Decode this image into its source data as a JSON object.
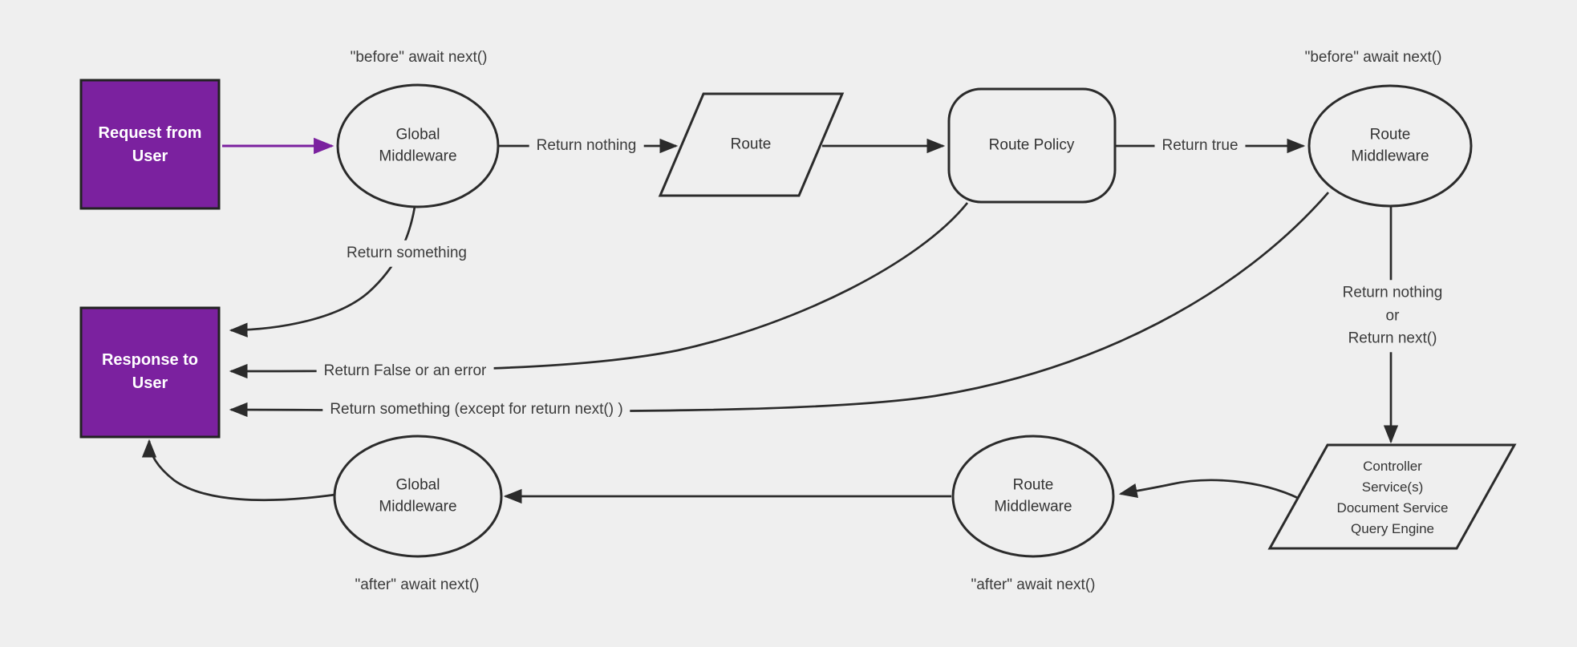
{
  "colors": {
    "background": "#efefef",
    "stroke": "#2b2b2b",
    "accent_purple": "#7b219f",
    "label_text": "#3b3b3b",
    "node_text": "#333333",
    "box_text": "#ffffff"
  },
  "nodes": {
    "request_from_user": {
      "shape": "rectangle",
      "lines": [
        "Request from",
        "User"
      ]
    },
    "response_to_user": {
      "shape": "rectangle",
      "lines": [
        "Response to",
        "User"
      ]
    },
    "global_middleware_top": {
      "shape": "ellipse",
      "lines": [
        "Global",
        "Middleware"
      ]
    },
    "route": {
      "shape": "parallelogram",
      "lines": [
        "Route"
      ]
    },
    "route_policy": {
      "shape": "rounded-rectangle",
      "lines": [
        "Route Policy"
      ]
    },
    "route_middleware_top": {
      "shape": "ellipse",
      "lines": [
        "Route",
        "Middleware"
      ]
    },
    "controller": {
      "shape": "parallelogram",
      "lines": [
        "Controller",
        "Service(s)",
        "Document Service",
        "Query Engine"
      ]
    },
    "route_middleware_bottom": {
      "shape": "ellipse",
      "lines": [
        "Route",
        "Middleware"
      ]
    },
    "global_middleware_bottom": {
      "shape": "ellipse",
      "lines": [
        "Global",
        "Middleware"
      ]
    }
  },
  "edge_labels": {
    "before_await_next_left": "\"before\" await next()",
    "before_await_next_right": "\"before\" await next()",
    "return_nothing": "Return nothing",
    "return_true": "Return true",
    "return_something": "Return something",
    "return_false_or_error": "Return False or an error",
    "return_something_except": "Return something (except for return next() )",
    "return_nothing_or_next": {
      "lines": [
        "Return nothing",
        "or",
        "Return next()"
      ]
    },
    "after_await_next_left": "\"after\" await next()",
    "after_await_next_right": "\"after\" await next()"
  }
}
